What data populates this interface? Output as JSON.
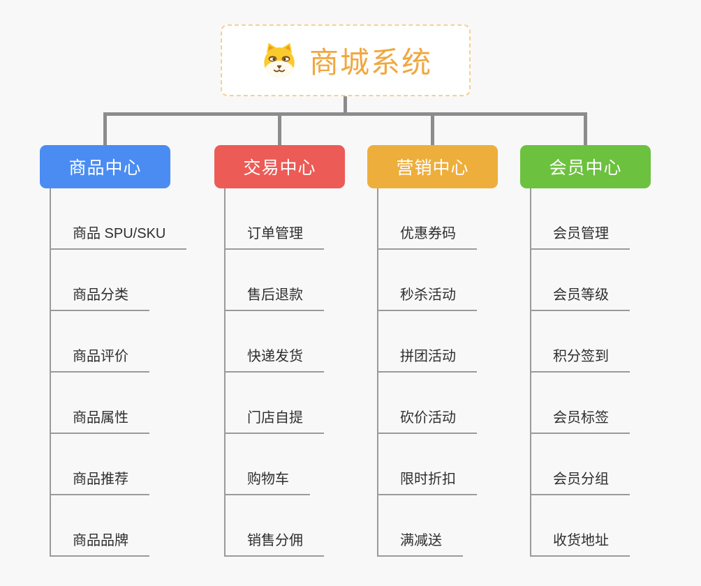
{
  "root": {
    "label": "商城系统",
    "icon": "shiba-dog-icon"
  },
  "branches": [
    {
      "label": "商品中心",
      "color": "#4a8cf2",
      "children": [
        "商品 SPU/SKU",
        "商品分类",
        "商品评价",
        "商品属性",
        "商品推荐",
        "商品品牌"
      ]
    },
    {
      "label": "交易中心",
      "color": "#ec5b56",
      "children": [
        "订单管理",
        "售后退款",
        "快递发货",
        "门店自提",
        "购物车",
        "销售分佣"
      ]
    },
    {
      "label": "营销中心",
      "color": "#eeae3c",
      "children": [
        "优惠券码",
        "秒杀活动",
        "拼团活动",
        "砍价活动",
        "限时折扣",
        "满减送"
      ]
    },
    {
      "label": "会员中心",
      "color": "#6cc13f",
      "children": [
        "会员管理",
        "会员等级",
        "积分签到",
        "会员标签",
        "会员分组",
        "收货地址"
      ]
    }
  ],
  "colors": {
    "background": "#f8f8f8",
    "connector": "#8c8c8c",
    "leaf_line": "#9a9a9a",
    "leaf_text": "#2e2e2e",
    "root_text": "#f0a73f",
    "root_border": "#f6d092"
  }
}
